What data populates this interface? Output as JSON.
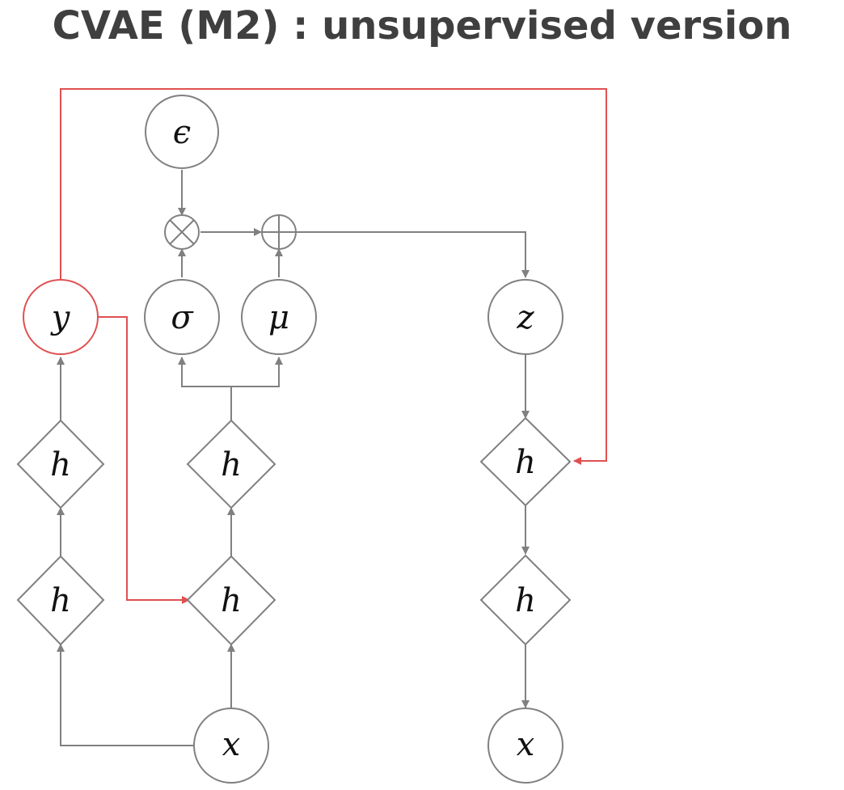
{
  "title": "CVAE (M2) : unsupervised version",
  "colors": {
    "title_text": "#3f3f3f",
    "node_stroke": "#808080",
    "arrow_gray": "#808080",
    "highlight_red": "#e05050"
  },
  "nodes": {
    "epsilon": "ϵ",
    "sigma": "σ",
    "mu": "μ",
    "y": "y",
    "z": "z",
    "h_enc_y_upper": "h",
    "h_enc_y_lower": "h",
    "h_enc_z_upper": "h",
    "h_enc_z_lower": "h",
    "h_dec_upper": "h",
    "h_dec_lower": "h",
    "x_input": "x",
    "x_output": "x"
  },
  "operators": {
    "multiply": "otimes-operator",
    "add": "oplus-operator"
  }
}
